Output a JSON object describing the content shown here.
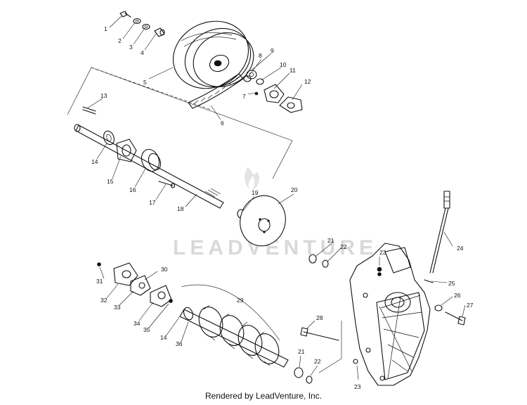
{
  "diagram": {
    "callouts": [
      "1",
      "2",
      "3",
      "4",
      "5",
      "6",
      "7",
      "8",
      "9",
      "10",
      "11",
      "12",
      "13",
      "14",
      "15",
      "16",
      "17",
      "18",
      "19",
      "20",
      "21",
      "22",
      "23",
      "24",
      "25",
      "26",
      "27",
      "28",
      "29",
      "30",
      "31",
      "32",
      "33",
      "34",
      "35",
      "14",
      "36",
      "21",
      "22",
      "23"
    ],
    "watermark_text": "LEADVENTURE"
  },
  "footer": {
    "text": "Rendered by LeadVenture, Inc."
  }
}
